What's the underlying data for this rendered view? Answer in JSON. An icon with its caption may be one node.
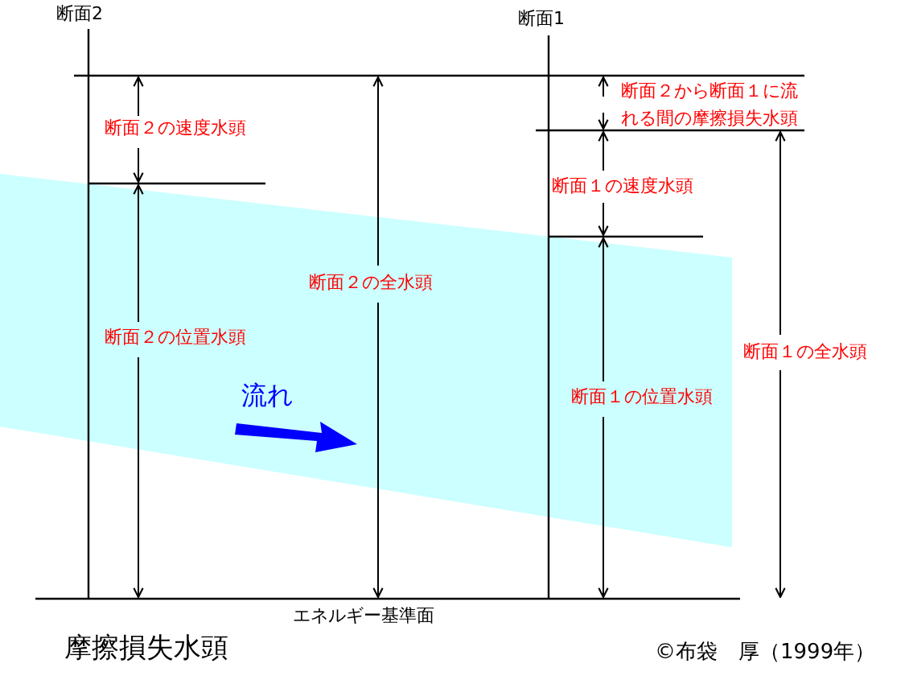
{
  "diagram": {
    "title": "摩擦損失水頭",
    "labels": [
      "断面2",
      "断面1",
      "断面２から断面１に流れる間の摩擦損失水頭",
      "断面２の速度水頭",
      "断面１の速度水頭",
      "断面２の全水頭",
      "断面１の全水頭",
      "断面２の位置水頭",
      "流れ",
      "断面１の位置水頭",
      "エネルギー基準面",
      "©布袋　厚（1999年）"
    ]
  }
}
